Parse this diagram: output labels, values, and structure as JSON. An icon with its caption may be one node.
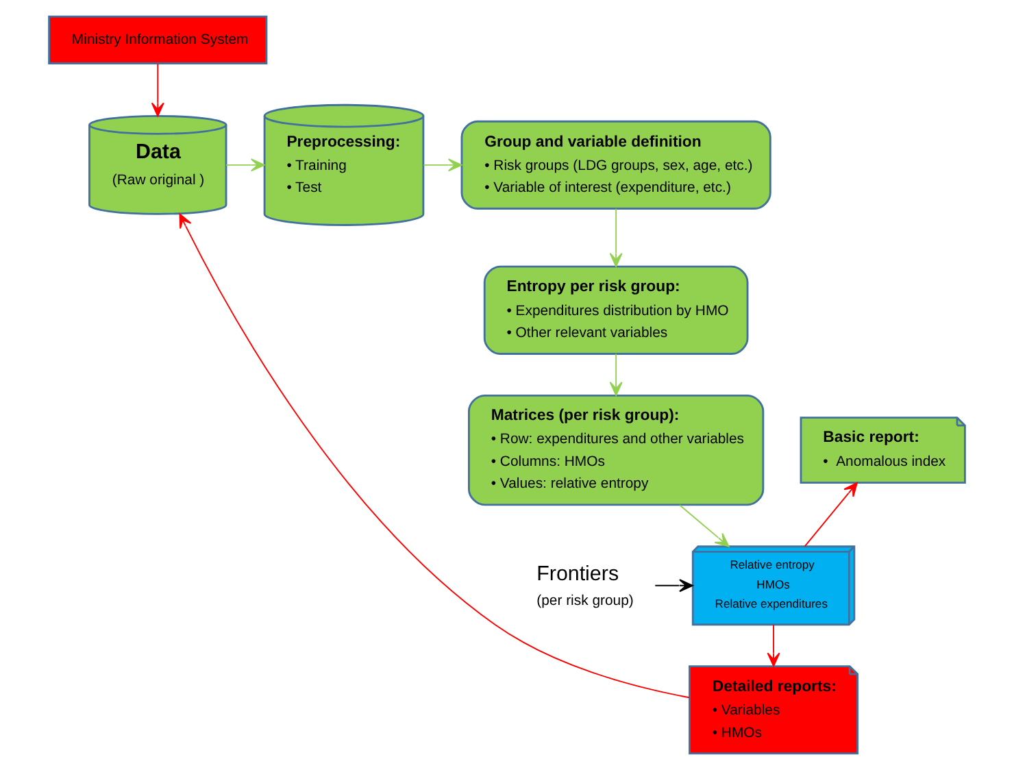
{
  "diagram": {
    "nodes": [
      {
        "text": [
          "Ministry Information System"
        ]
      },
      {
        "text": [
          "Data",
          "(Raw original )"
        ]
      },
      {
        "text": [
          "Preprocessing:",
          "• Training",
          "• Test"
        ]
      },
      {
        "text": [
          "Group and variable definition",
          "• Risk groups (LDG groups, sex, age, etc.)",
          "• Variable of interest (expenditure, etc.)"
        ]
      },
      {
        "text": [
          "Entropy per risk group:",
          "• Expenditures distribution by HMO",
          "• Other relevant variables"
        ]
      },
      {
        "text": [
          "Matrices (per risk group):",
          "• Row: expenditures and other variables",
          "• Columns: HMOs",
          "• Values: relative entropy"
        ]
      },
      {
        "text": [
          "Basic report:",
          "•  Anomalous index"
        ]
      },
      {
        "text": [
          "Detailed reports:",
          "• Variables",
          "• HMOs"
        ]
      },
      {
        "text": [
          "Relative entropy",
          "HMOs",
          "Relative expenditures"
        ]
      },
      {
        "text": [
          "Frontiers",
          "(per risk group)"
        ]
      }
    ],
    "edges": [
      {
        "from": 0,
        "to": 1,
        "arrow": "to",
        "color": "#ff0000"
      },
      {
        "from": 1,
        "to": 2,
        "arrow": "to"
      },
      {
        "from": 2,
        "to": 3,
        "arrow": "to"
      },
      {
        "from": 3,
        "to": 4,
        "arrow": "to"
      },
      {
        "from": 4,
        "to": 5,
        "arrow": "to"
      },
      {
        "from": 5,
        "to": 8,
        "arrow": "to"
      },
      {
        "from": 8,
        "to": 6,
        "arrow": "to",
        "color": "#ff0000"
      },
      {
        "from": 8,
        "to": 7,
        "arrow": "to",
        "color": "#ff0000"
      },
      {
        "from": 7,
        "to": 1,
        "arrow": "to",
        "color": "#ff0000"
      },
      {
        "from": 9,
        "to": 8,
        "arrow": "to",
        "color": "#000000"
      }
    ]
  }
}
